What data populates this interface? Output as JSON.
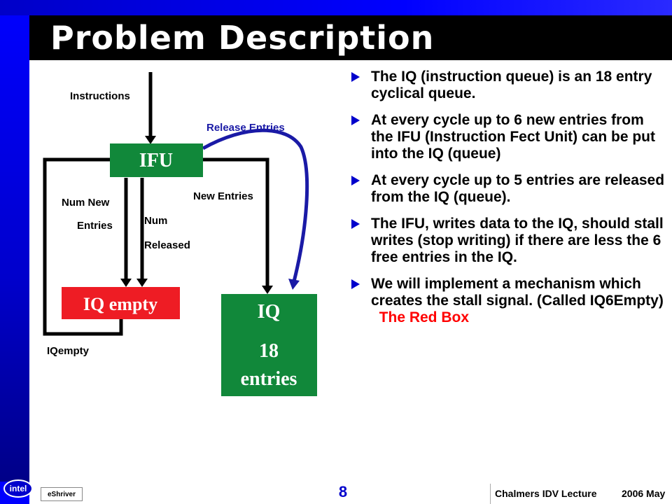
{
  "slide": {
    "title": "Problem Description",
    "footer": {
      "author": "eShriver",
      "page_number": "8",
      "lecture": "Chalmers IDV Lecture",
      "date": "2006 May",
      "logo_text": "intel"
    }
  },
  "diagram": {
    "labels": {
      "instructions": "Instructions",
      "release_entries": "Release Entries",
      "num_new": "Num New",
      "entries": "Entries",
      "num": "Num",
      "released": "Released",
      "new_entries": "New Entries",
      "iqempty": "IQempty"
    },
    "boxes": {
      "ifu": "IFU",
      "iq_empty": "IQ empty",
      "iq": "IQ",
      "iq_count": "18",
      "iq_entries": "entries"
    }
  },
  "bullets": [
    {
      "text": "The IQ (instruction queue) is an 18 entry cyclical queue."
    },
    {
      "text": "At every cycle up to 6 new entries from the IFU (Instruction Fect Unit) can be put into the IQ (queue)"
    },
    {
      "text": "At every cycle up to 5 entries are released from the IQ (queue)."
    },
    {
      "text": "The IFU, writes data to the IQ, should stall writes (stop writing) if there are less the 6 free entries in the IQ."
    },
    {
      "text": "We will implement a mechanism which creates the stall signal. (Called IQ6Empty)",
      "highlight": "The Red Box"
    }
  ],
  "colors": {
    "ifu_box": "#11883a",
    "iq_box": "#11883a",
    "iq_empty_box": "#ee1c24",
    "bullet_arrow": "#0000cc",
    "release_curve": "#1a1aa6",
    "highlight": "#ff0000"
  }
}
